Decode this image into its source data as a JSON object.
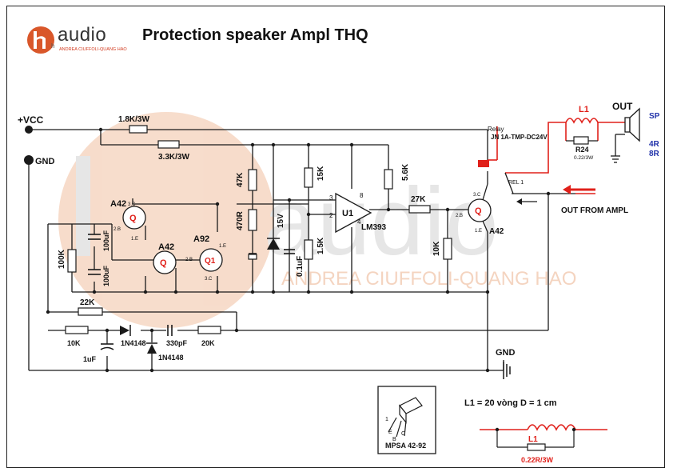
{
  "logo": {
    "mark": "h",
    "text": "audio",
    "subtitle": "ANDREA CIUFFOLI-QUANG HAO"
  },
  "title": "Protection speaker Ampl THQ",
  "watermark": {
    "text": "audio",
    "subtitle": "ANDREA CIUFFOLI-QUANG HAO"
  },
  "rails": {
    "vcc": "+VCC",
    "gnd_left": "GND",
    "gnd_right": "GND"
  },
  "resistors": {
    "r_1k8": "1.8K/3W",
    "r_3k3": "3.3K/3W",
    "r_47k": "47K",
    "r_470r": "470R",
    "r_15k": "15K",
    "r_1k5": "1.5K",
    "r_5k6": "5.6K",
    "r_27k": "27K",
    "r_10k_base": "10K",
    "r_100k": "100K",
    "r_22k": "22K",
    "r_10k_in": "10K",
    "r_20k": "20K",
    "r24_name": "R24",
    "r24_value": "0.22/3W"
  },
  "capacitors": {
    "c_100uf_1": "100uF",
    "c_100uf_2": "100uF",
    "c_0_1uf": "0.1uF",
    "c_1uf": "1uF",
    "c_330pf": "330pF"
  },
  "semis": {
    "zener": "15V",
    "d1": "1N4148",
    "d2": "1N4148",
    "u1_name": "U1",
    "u1_part": "LM393",
    "pin3": "3",
    "pin2": "2",
    "pin8": "8",
    "pin4": "4",
    "q_top": "A42",
    "q_mid": "A42",
    "q_a92": "A92",
    "q_relay": "A42",
    "q_letter": "Q",
    "q1_label": "Q1",
    "pin_3c": "3.C",
    "pin_2b": "2.B",
    "pin_1e": "1.E"
  },
  "relay": {
    "title": "Relay",
    "part": "JN 1A-TMP-DC24V",
    "contact": "REL 1"
  },
  "output": {
    "l1": "L1",
    "out": "OUT",
    "sp": "SP",
    "ohm4": "4R",
    "ohm8": "8R",
    "from_ampl": "OUT FROM AMPL"
  },
  "pinout_box": {
    "part": "MPSA 42-92",
    "pin1": "1",
    "pin_e": "E",
    "pin_b": "B",
    "pin_c": "C"
  },
  "coil_note": {
    "text": "L1 = 20 vòng D = 1 cm",
    "l1": "L1",
    "r": "0.22R/3W"
  },
  "colors": {
    "accent": "#e0201a",
    "wire": "#1a1a1a",
    "watermark": "#f2c9b0",
    "watermark_gray": "#dcdcdc",
    "blue": "#2233aa"
  }
}
